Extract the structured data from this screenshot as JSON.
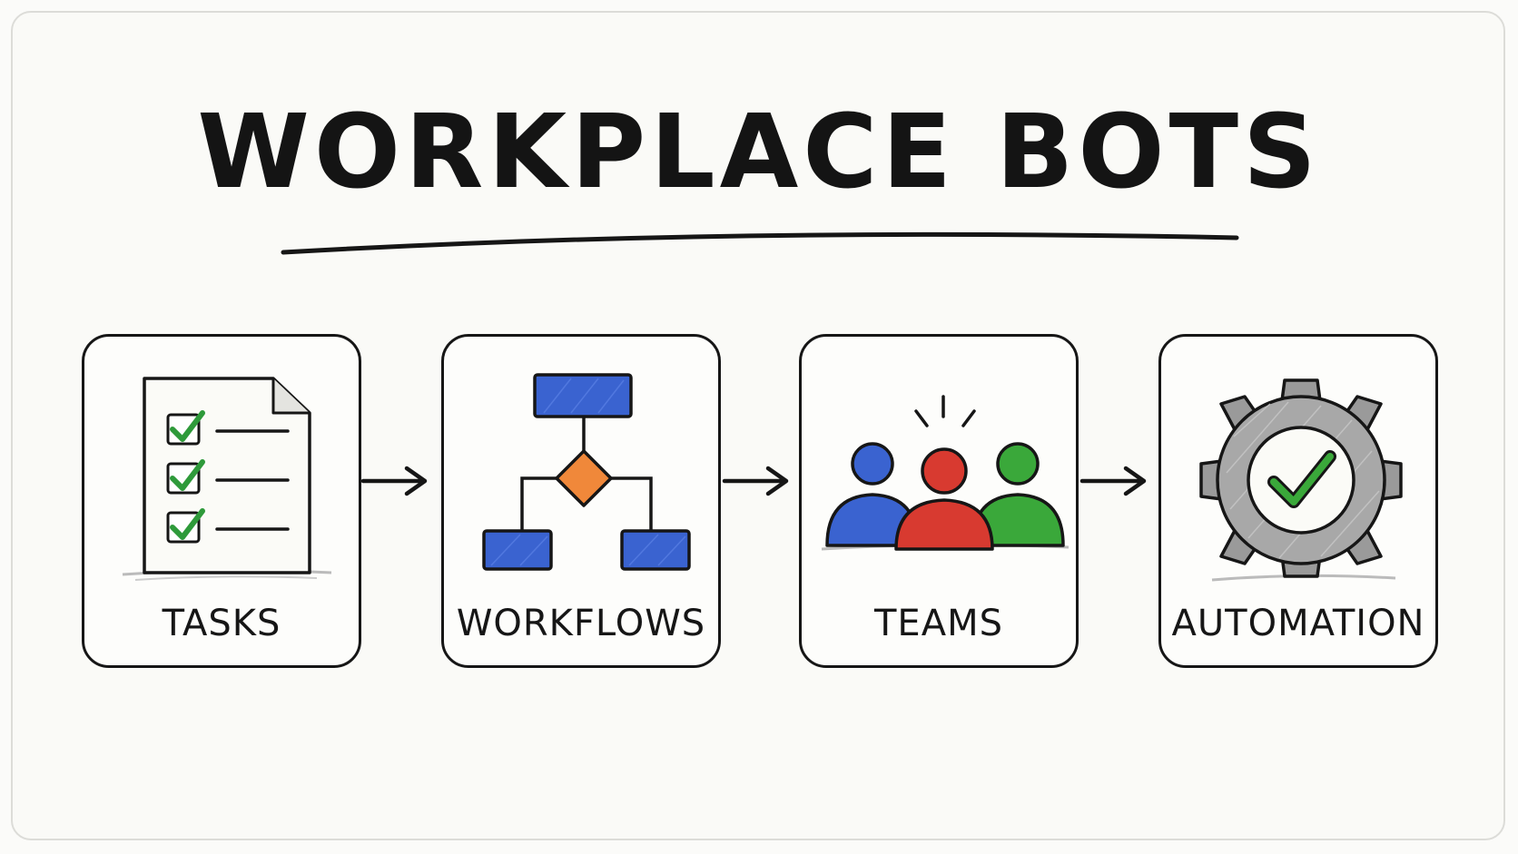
{
  "title": "WORKPLACE BOTS",
  "steps": [
    {
      "label": "TASKS",
      "icon": "checklist-document-icon"
    },
    {
      "label": "WORKFLOWS",
      "icon": "flowchart-icon"
    },
    {
      "label": "TEAMS",
      "icon": "team-people-icon"
    },
    {
      "label": "AUTOMATION",
      "icon": "gear-check-icon"
    }
  ],
  "colors": {
    "ink": "#161616",
    "check_green": "#2e9a3a",
    "blue": "#3a63d0",
    "orange": "#f0883a",
    "red": "#d83a30",
    "green": "#3aa83a",
    "gray": "#9a9a9a"
  }
}
